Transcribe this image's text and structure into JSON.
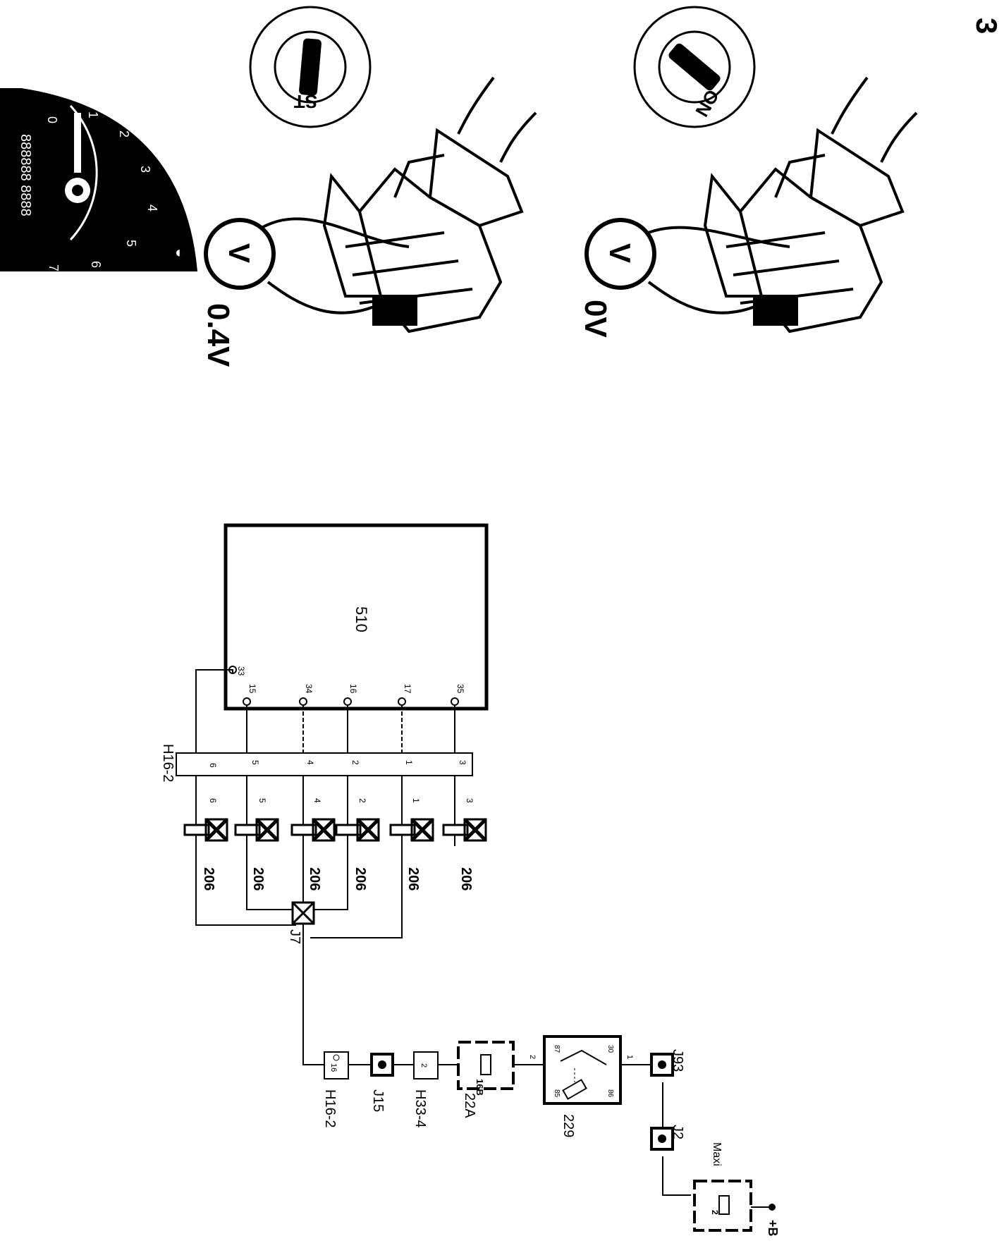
{
  "page": {
    "number": "3"
  },
  "photos": {
    "top": {
      "key_position": "ON",
      "voltage": "0V"
    },
    "bottom": {
      "key_position": "ST",
      "voltage": "0.4V",
      "meter_symbol": "V"
    },
    "meter_symbol": "V"
  },
  "tachometer": {
    "scale": [
      "0",
      "1",
      "2",
      "3",
      "4",
      "5",
      "6",
      "7"
    ],
    "display": "888888 8888"
  },
  "wiring": {
    "ecu_label": "510",
    "ecu_pins": [
      "33",
      "15",
      "34",
      "16",
      "17",
      "35"
    ],
    "harness_connector": "H16-2",
    "harness_pins_top": [
      "6",
      "5",
      "4",
      "2",
      "1",
      "3"
    ],
    "harness_pins_bottom": [
      "6",
      "5",
      "4",
      "2",
      "1",
      "3"
    ],
    "injector_label": "206",
    "splice_label": "J7",
    "chain": {
      "h16_pin": "16",
      "h16_label": "H16-2",
      "j15": "J15",
      "h33_pin": "2",
      "h33_label": "H33-4",
      "fuse_value": "16B",
      "fuse_label": "22A",
      "relay_label": "229",
      "relay_pins": {
        "p87": "87",
        "p30": "30",
        "p85": "85",
        "p86": "86"
      },
      "wire_2": "2",
      "wire_1": "1",
      "j93": "J93",
      "j2": "J2",
      "maxi": "Maxi",
      "maxi_pin": "2",
      "supply": "+B"
    }
  }
}
